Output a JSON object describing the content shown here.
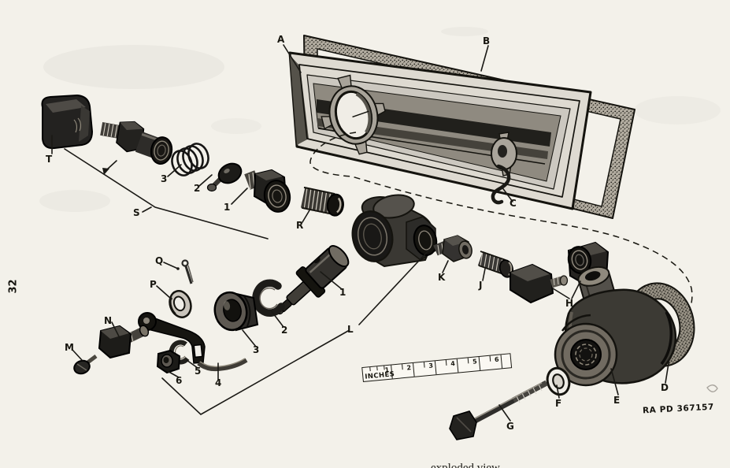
{
  "figure": {
    "page_number": "32",
    "plate_id": "RA PD 367157",
    "caption_fragment": "exploded view",
    "ink_color": "#17160f",
    "paper_color": "#f3f1ea"
  },
  "ruler": {
    "unit_label": "INCHES",
    "ticks": [
      "1",
      "2",
      "3",
      "4",
      "5",
      "6"
    ]
  },
  "callout_letters": [
    {
      "label": "A"
    },
    {
      "label": "B"
    },
    {
      "label": "C"
    },
    {
      "label": "D"
    },
    {
      "label": "E"
    },
    {
      "label": "F"
    },
    {
      "label": "G"
    },
    {
      "label": "H"
    },
    {
      "label": "J"
    },
    {
      "label": "K"
    },
    {
      "label": "L"
    },
    {
      "label": "M"
    },
    {
      "label": "N"
    },
    {
      "label": "P"
    },
    {
      "label": "Q"
    },
    {
      "label": "R"
    },
    {
      "label": "S"
    },
    {
      "label": "T"
    }
  ],
  "part_numbers": [
    {
      "label": "3"
    },
    {
      "label": "2"
    },
    {
      "label": "1"
    },
    {
      "label": "1"
    },
    {
      "label": "2"
    },
    {
      "label": "3"
    },
    {
      "label": "4"
    },
    {
      "label": "5"
    },
    {
      "label": "6"
    }
  ]
}
